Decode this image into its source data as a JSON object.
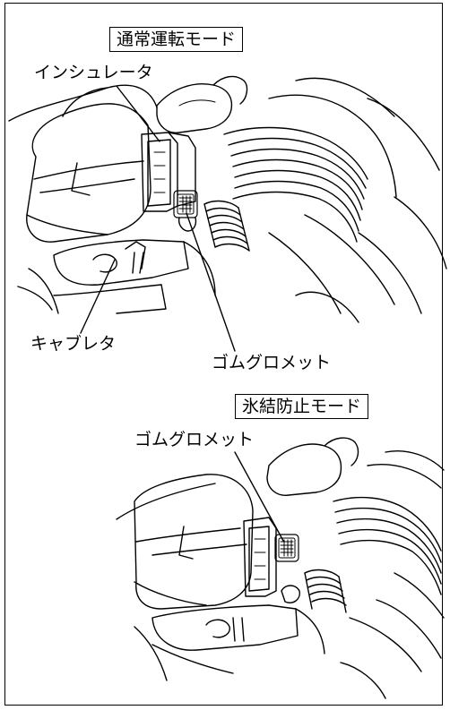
{
  "panels": {
    "normal": {
      "mode_title": "通常運転モード",
      "labels": {
        "insulator": "インシュレータ",
        "carburetor": "キャブレタ",
        "rubber_grommet": "ゴムグロメット"
      }
    },
    "anti_icing": {
      "mode_title": "氷結防止モード",
      "labels": {
        "rubber_grommet": "ゴムグロメット"
      }
    }
  }
}
